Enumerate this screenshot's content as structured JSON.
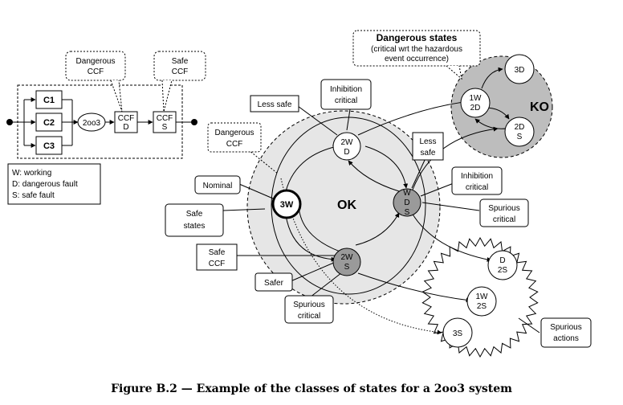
{
  "block_diagram": {
    "channels": [
      "C1",
      "C2",
      "C3"
    ],
    "voter": "2oo3",
    "ccf_d": [
      "CCF",
      "D"
    ],
    "ccf_s": [
      "CCF",
      "S"
    ],
    "callout_dangerous_ccf": [
      "Dangerous",
      "CCF"
    ],
    "callout_safe_ccf": [
      "Safe",
      "CCF"
    ]
  },
  "legend": [
    "W: working",
    "D: dangerous fault",
    "S: safe fault"
  ],
  "regions": {
    "ok": "OK",
    "ko": "KO"
  },
  "states": {
    "s3w": [
      "3W"
    ],
    "s2wd": [
      "2W",
      "D"
    ],
    "swds": [
      "W",
      "D",
      "S"
    ],
    "s2ws": [
      "2W",
      "S"
    ],
    "s1w2d": [
      "1W",
      "2D"
    ],
    "s3d": [
      "3D"
    ],
    "s2ds": [
      "2D",
      "S"
    ],
    "sd2s": [
      "D",
      "2S"
    ],
    "s1w2s": [
      "1W",
      "2S"
    ],
    "s3s": [
      "3S"
    ]
  },
  "labels": {
    "dangerous_states_title": "Dangerous states",
    "dangerous_states_sub": [
      "(critical wrt the hazardous",
      "event occurrence)"
    ],
    "less_safe_1": "Less safe",
    "inhibition_critical_1": [
      "Inhibition",
      "critical"
    ],
    "dangerous_ccf": [
      "Dangerous",
      "CCF"
    ],
    "less_safe_2": [
      "Less",
      "safe"
    ],
    "inhibition_critical_2": [
      "Inhibition",
      "critical"
    ],
    "spurious_critical_1": [
      "Spurious",
      "critical"
    ],
    "nominal": "Nominal",
    "safe_states": [
      "Safe",
      "states"
    ],
    "safe_ccf": [
      "Safe",
      "CCF"
    ],
    "safer": "Safer",
    "spurious_critical_2": [
      "Spurious",
      "critical"
    ],
    "spurious_actions": [
      "Spurious",
      "actions"
    ]
  },
  "caption": "Figure B.2 — Example of the classes of states for a 2oo3 system"
}
